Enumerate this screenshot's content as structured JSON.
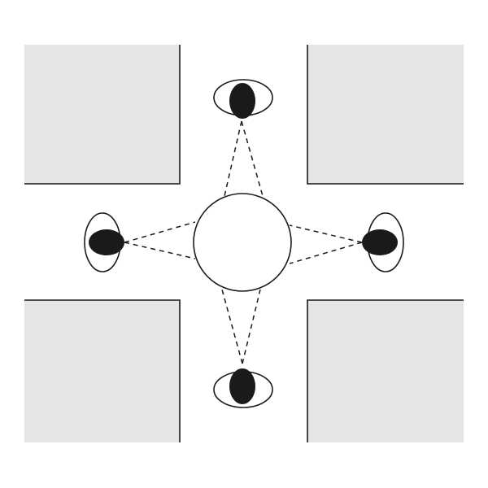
{
  "colors": {
    "background": "#ffffff",
    "block_fill": "#e5e5e5",
    "stroke": "#1a1a1a",
    "eye_fill": "#1a1a1a",
    "sight_line": "#1a1a1a"
  },
  "diagram": {
    "blocks": [
      {
        "name": "block-top-left"
      },
      {
        "name": "block-top-right"
      },
      {
        "name": "block-bottom-left"
      },
      {
        "name": "block-bottom-right"
      }
    ],
    "center": {
      "name": "center-circle"
    },
    "viewers": [
      {
        "name": "viewer-top",
        "orientation": "vertical"
      },
      {
        "name": "viewer-left",
        "orientation": "horizontal"
      },
      {
        "name": "viewer-right",
        "orientation": "horizontal"
      },
      {
        "name": "viewer-bottom",
        "orientation": "vertical"
      }
    ],
    "sight_line_style": "dashed"
  }
}
